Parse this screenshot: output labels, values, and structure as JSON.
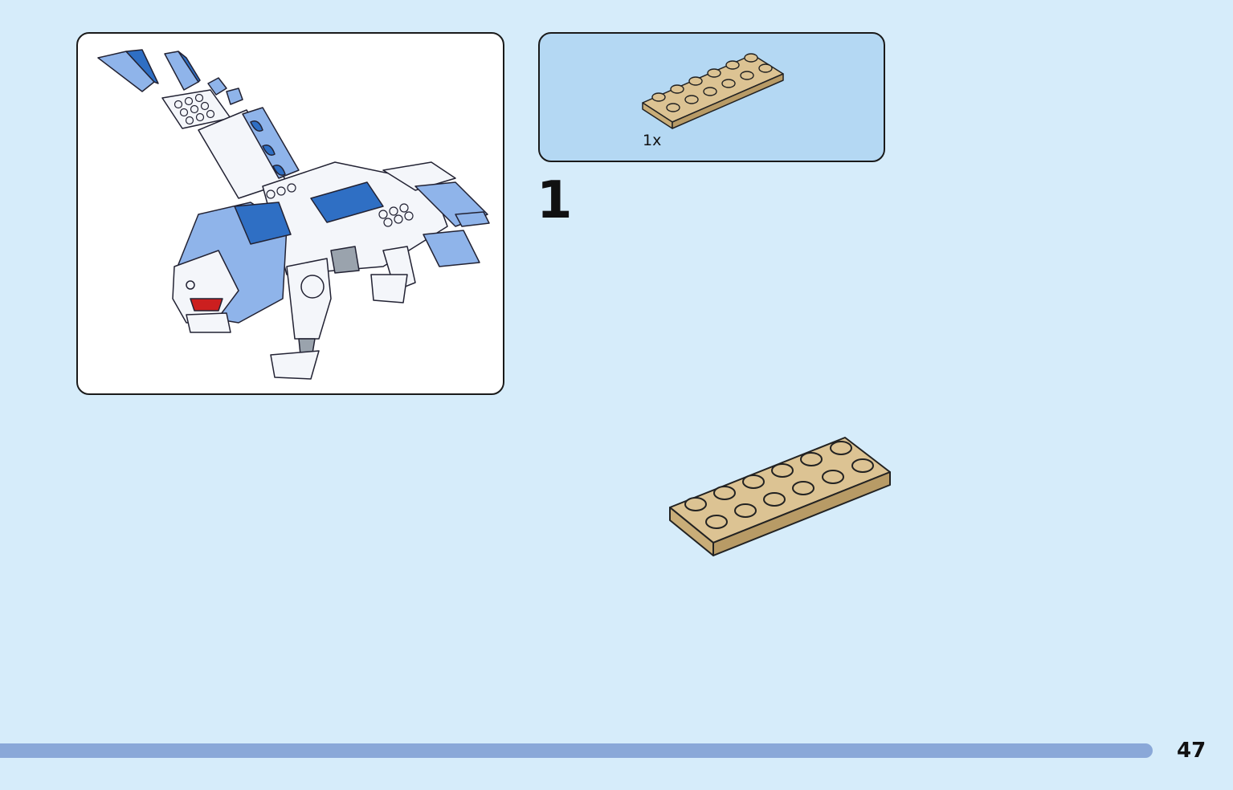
{
  "parts": {
    "quantity_label": "1x",
    "plate_color": "#dcc393",
    "stud_color": "#c9ad78"
  },
  "step": {
    "number": "1"
  },
  "page": {
    "number": "47"
  },
  "colors": {
    "background": "#d6ecfa",
    "parts_box": "#b4d8f3",
    "footer_bar": "#8aa8d8",
    "dragon_blue": "#8fb4ea",
    "dragon_dark_blue": "#2f6fc4",
    "dragon_white": "#f4f6fa"
  }
}
